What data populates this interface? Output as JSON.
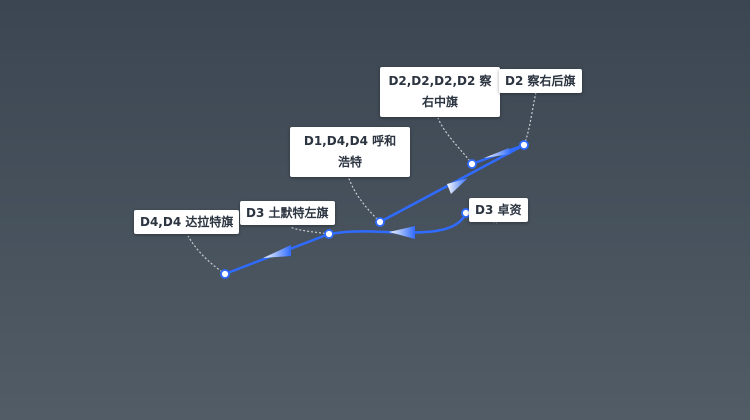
{
  "colors": {
    "route": "#2f6bff",
    "node_fill": "#ffffff",
    "node_stroke": "#2f6bff",
    "leader": "#c9cdd2",
    "label_bg": "#ffffff",
    "label_text": "#2b3440"
  },
  "labels": {
    "zhongqi": "D2,D2,D2,D2 察右中旗",
    "houqi": "D2 察右后旗",
    "huhehaote": "D1,D4,D4 呼和浩特",
    "zhuozi": "D3 卓资",
    "tumote": "D3 土默特左旗",
    "dalate": "D4,D4 达拉特旗"
  }
}
